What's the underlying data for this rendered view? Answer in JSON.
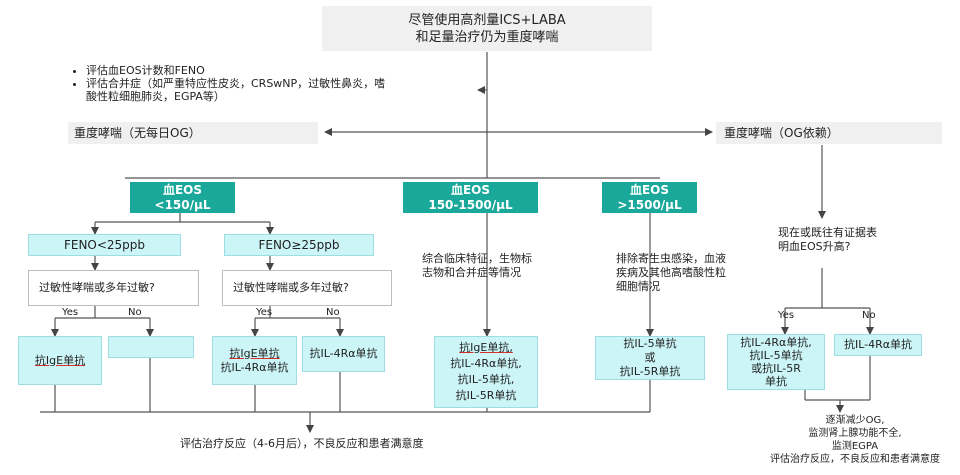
{
  "top": {
    "line1": "尽管使用高剂量ICS+LABA",
    "line2": "和足量治疗仍为重度哮喘"
  },
  "assess": [
    "评估血EOS计数和FENO",
    "评估合并症（如严重特应性皮炎，CRSwNP，过敏性鼻炎，嗜",
    "酸性粒细胞肺炎，EGPA等）"
  ],
  "branches": {
    "left": "重度哮喘（无每日OG）",
    "right": "重度哮喘（OG依赖）"
  },
  "eos": {
    "low": {
      "l1": "血EOS",
      "l2": "<150/μL"
    },
    "mid": {
      "l1": "血EOS",
      "l2": "150-1500/μL"
    },
    "high": {
      "l1": "血EOS",
      "l2": ">1500/μL"
    }
  },
  "feno": {
    "low": "FENO<25ppb",
    "high": "FENO≥25ppb"
  },
  "question_allergy": "过敏性哮喘或多年过敏?",
  "yes": "Yes",
  "no": "No",
  "notes": {
    "mid": [
      "综合临床特征，生物标",
      "志物和合并症等情况"
    ],
    "high": [
      "排除寄生虫感染，血液",
      "疾病及其他高嗜酸性粒",
      "细胞情况"
    ],
    "og": [
      "现在或既往有证据表",
      "明血EOS升高?"
    ]
  },
  "treat": {
    "ige": "抗IgE单抗",
    "ige_il4": [
      "抗IgE单抗",
      "抗IL-4Rα单抗"
    ],
    "il4": "抗IL-4Rα单抗",
    "mid": [
      "抗IgE单抗,",
      "抗IL-4Rα单抗,",
      "抗IL-5单抗,",
      "抗IL-5R单抗"
    ],
    "high": [
      "抗IL-5单抗",
      "或",
      "抗IL-5R单抗"
    ],
    "og_yes": [
      "抗IL-4Rα单抗,",
      "抗IL-5单抗",
      "或抗IL-5R",
      "单抗"
    ],
    "og_no": "抗IL-4Rα单抗"
  },
  "bottom": "评估治疗反应（4-6月后），不良反应和患者满意度",
  "og_final": [
    "逐渐减少OG,",
    "监测肾上腺功能不全,",
    "监测EGPA",
    "评估治疗反应，不良反应和患者满意度"
  ]
}
